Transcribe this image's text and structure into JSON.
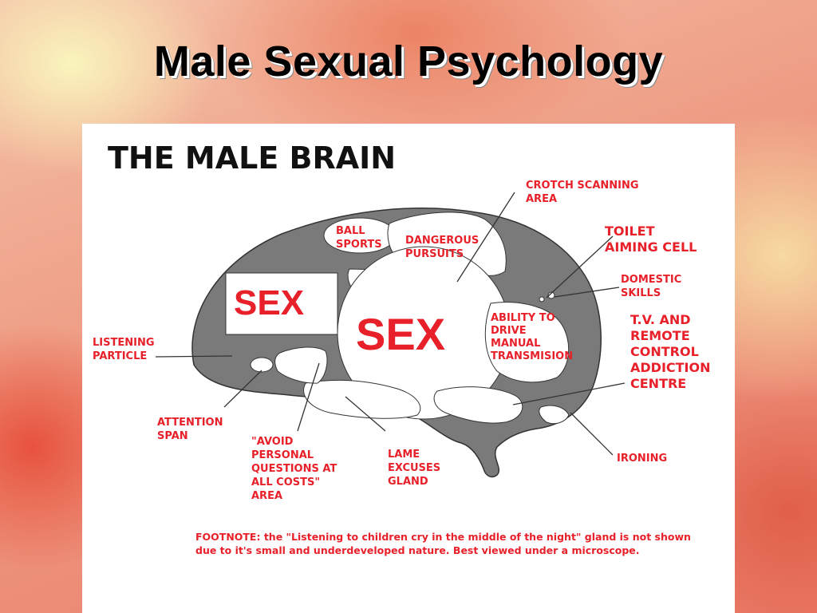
{
  "slide": {
    "title": "Male Sexual Psychology"
  },
  "diagram": {
    "heading": "THE MALE BRAIN",
    "sex_box_label": "SEX",
    "sex_circle_label": "SEX",
    "labels": {
      "crotch_scanning": [
        "CROTCH SCANNING",
        "AREA"
      ],
      "ball_sports": [
        "BALL",
        "SPORTS"
      ],
      "dangerous_pursuits": [
        "DANGEROUS",
        "PURSUITS"
      ],
      "toilet_aiming": [
        "TOILET",
        "AIMING CELL"
      ],
      "domestic_skills": [
        "DOMESTIC",
        "SKILLS"
      ],
      "ability_to_drive": [
        "ABILITY TO",
        "DRIVE",
        "MANUAL",
        "TRANSMISION"
      ],
      "tv_remote": [
        "T.V. AND",
        "REMOTE",
        "CONTROL",
        "ADDICTION",
        "CENTRE"
      ],
      "listening_particle": [
        "LISTENING",
        "PARTICLE"
      ],
      "attention_span": [
        "ATTENTION",
        "SPAN"
      ],
      "avoid_personal": [
        "\"AVOID",
        "PERSONAL",
        "QUESTIONS AT",
        "ALL COSTS\"",
        "AREA"
      ],
      "lame_excuses": [
        "LAME",
        "EXCUSES",
        "GLAND"
      ],
      "ironing": [
        "IRONING"
      ]
    },
    "footnote": [
      "FOOTNOTE: the \"Listening to children cry in the middle of the night\" gland is not shown",
      "due to it's small and underdeveloped nature.  Best viewed under a microscope."
    ]
  },
  "colors": {
    "label_red": "#e8202a",
    "brain_gray": "#7a7a7a",
    "title_black": "#000000"
  }
}
